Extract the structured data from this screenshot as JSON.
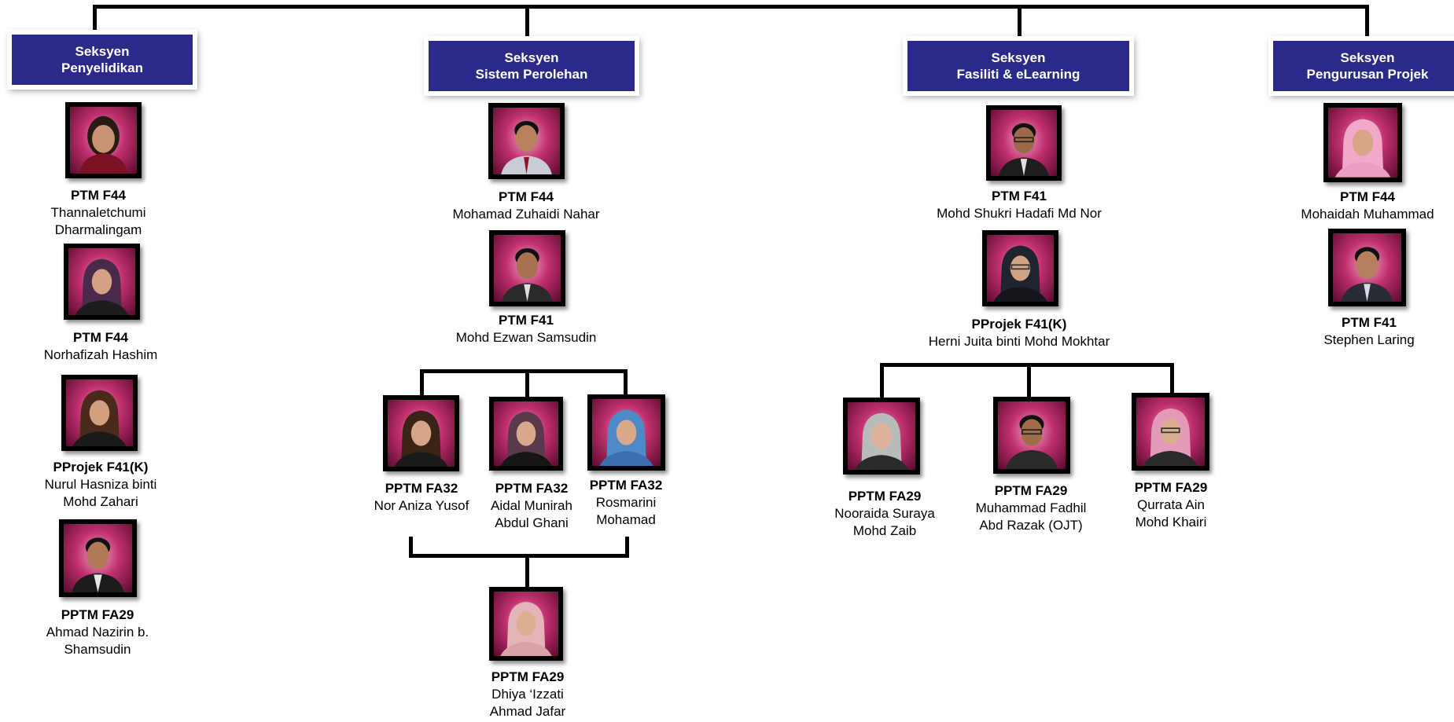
{
  "sections": {
    "penyelidikan": {
      "line1": "Seksyen",
      "line2": "Penyelidikan"
    },
    "perolehan": {
      "line1": "Seksyen",
      "line2": "Sistem Perolehan"
    },
    "fasiliti": {
      "line1": "Seksyen",
      "line2": "Fasiliti & eLearning"
    },
    "projek": {
      "line1": "Seksyen",
      "line2": "Pengurusan Projek"
    }
  },
  "people": {
    "p1": {
      "grade": "PTM F44",
      "name1": "Thannaletchumi",
      "name2": "Dharmalingam",
      "avatar": "female-portrait"
    },
    "p2": {
      "grade": "PTM F44",
      "name1": "Norhafizah Hashim",
      "avatar": "hijab-portrait"
    },
    "p3": {
      "grade": "PProjek F41(K)",
      "name1": "Nurul Hasniza binti",
      "name2": "Mohd Zahari",
      "avatar": "hijab-portrait"
    },
    "p4": {
      "grade": "PPTM FA29",
      "name1": "Ahmad Nazirin b.",
      "name2": "Shamsudin",
      "avatar": "male-portrait"
    },
    "p5": {
      "grade": "PTM F44",
      "name1": "Mohamad Zuhaidi Nahar",
      "avatar": "male-portrait"
    },
    "p6": {
      "grade": "PTM F41",
      "name1": "Mohd Ezwan Samsudin",
      "avatar": "male-portrait"
    },
    "p7": {
      "grade": "PPTM FA32",
      "name1": "Nor Aniza Yusof",
      "avatar": "hijab-portrait"
    },
    "p8": {
      "grade": "PPTM FA32",
      "name1": "Aidal Munirah",
      "name2": "Abdul Ghani",
      "avatar": "hijab-portrait"
    },
    "p9": {
      "grade": "PPTM FA32",
      "name1": "Rosmarini",
      "name2": "Mohamad",
      "avatar": "hijab-portrait"
    },
    "p10": {
      "grade": "PPTM FA29",
      "name1": "Dhiya ‘Izzati",
      "name2": "Ahmad Jafar",
      "avatar": "hijab-portrait"
    },
    "p11": {
      "grade": "PTM F41",
      "name1": "Mohd Shukri Hadafi Md Nor",
      "avatar": "male-portrait"
    },
    "p12": {
      "grade": "PProjek F41(K)",
      "name1": "Herni Juita binti Mohd Mokhtar",
      "avatar": "hijab-portrait"
    },
    "p13": {
      "grade": "PPTM FA29",
      "name1": "Nooraida Suraya",
      "name2": "Mohd Zaib",
      "avatar": "hijab-portrait"
    },
    "p14": {
      "grade": "PPTM FA29",
      "name1": "Muhammad Fadhil",
      "name2": "Abd Razak (OJT)",
      "avatar": "male-portrait"
    },
    "p15": {
      "grade": "PPTM FA29",
      "name1": "Qurrata Ain",
      "name2": "Mohd Khairi",
      "avatar": "hijab-portrait"
    },
    "p16": {
      "grade": "PTM F44",
      "name1": "Mohaidah Muhammad",
      "avatar": "hijab-portrait"
    },
    "p17": {
      "grade": "PTM F41",
      "name1": "Stephen Laring",
      "avatar": "male-portrait"
    }
  },
  "colors": {
    "section_bg": "#2b2a8a",
    "photo_bg": "#c0306e",
    "connector": "#000000"
  }
}
